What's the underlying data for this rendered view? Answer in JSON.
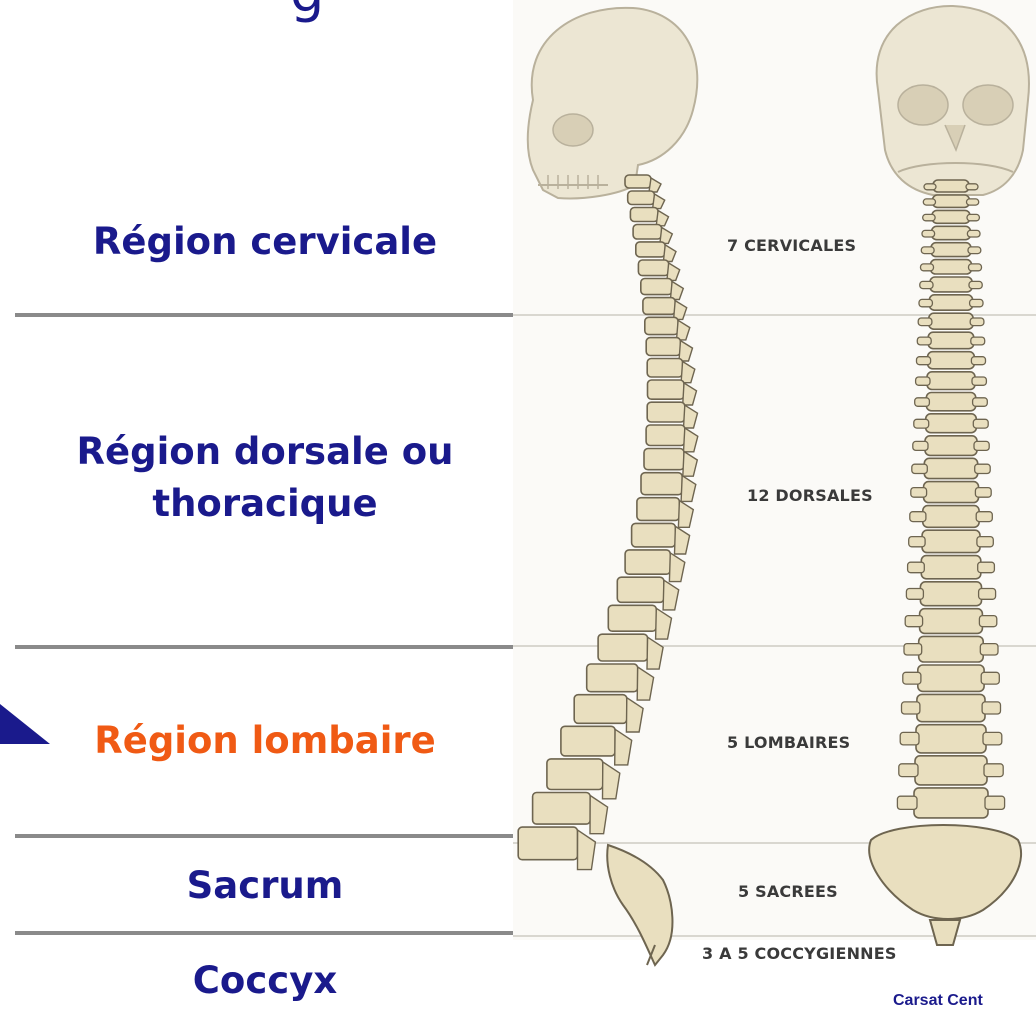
{
  "title_fragment": "g",
  "regions": [
    {
      "label": "Région cervicale"
    },
    {
      "label": "Région dorsale ou thoracique"
    },
    {
      "label": "Région lombaire"
    },
    {
      "label": "Sacrum"
    },
    {
      "label": "Coccyx"
    }
  ],
  "vertebra_labels": {
    "cervical": "7 CERVICALES",
    "dorsal": "12 DORSALES",
    "lumbar": "5 LOMBAIRES",
    "sacral": "5 SACREES",
    "coccygeal": "3 A 5 COCCYGIENNES"
  },
  "credit": "Carsat Cent",
  "colors": {
    "region_text": "#1a1a8c",
    "highlight_text": "#f05a14",
    "separator": "#8a8a8a",
    "bone": "#e9dfbf",
    "bone_outline": "#6e6550"
  }
}
